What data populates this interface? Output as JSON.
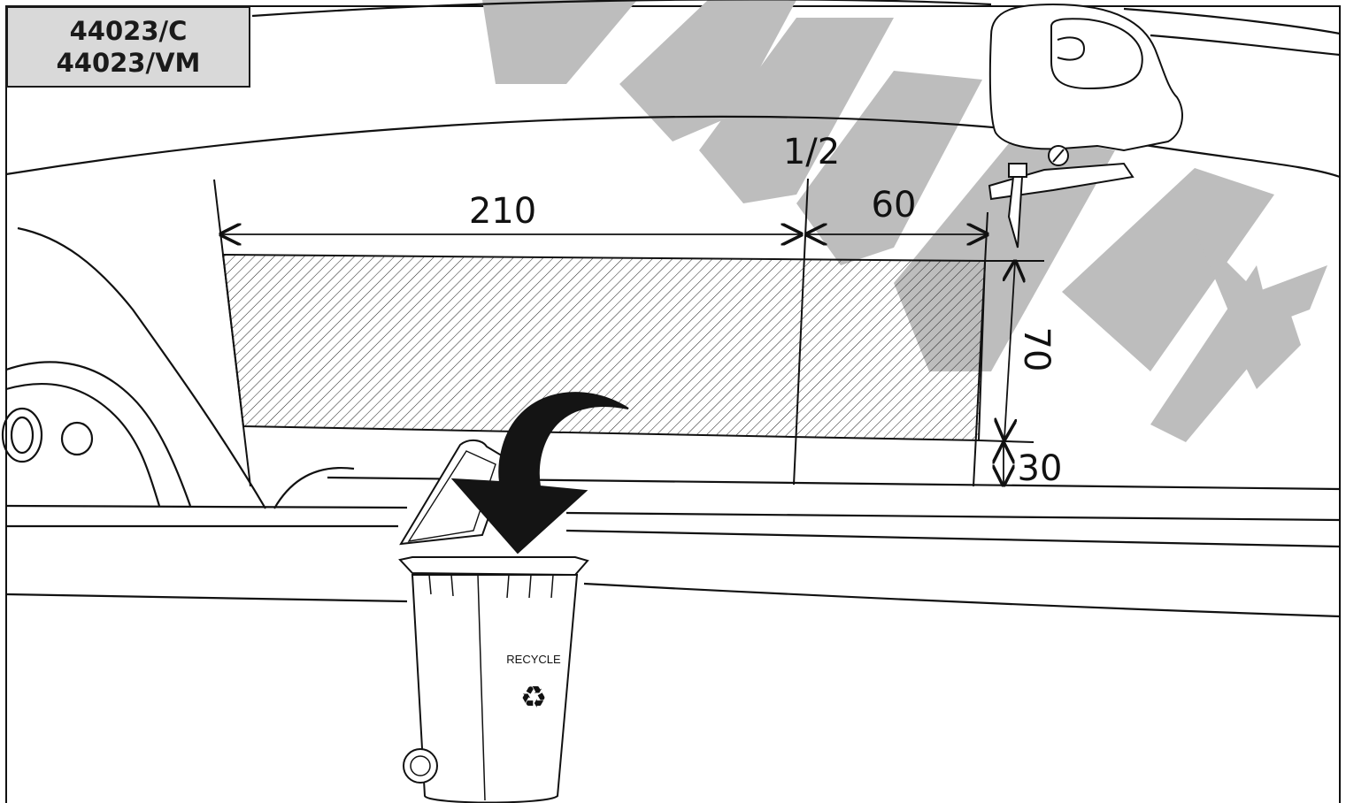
{
  "model_codes": [
    "44023/C",
    "44023/VM"
  ],
  "dimensions": {
    "length_left": "210",
    "center_mark": "1/2",
    "length_right": "60",
    "height": "70",
    "offset_bottom": "30"
  },
  "bin_label": "RECYCLE",
  "watermark": "SIMILE",
  "colors": {
    "line": "#111111",
    "label_bg": "#d9d9d9",
    "watermark": "#bdbdbd",
    "arrow": "#141414"
  },
  "icons": [
    "jigsaw-icon",
    "recycle-bin-icon",
    "recycle-symbol-icon",
    "curved-arrow-icon"
  ]
}
